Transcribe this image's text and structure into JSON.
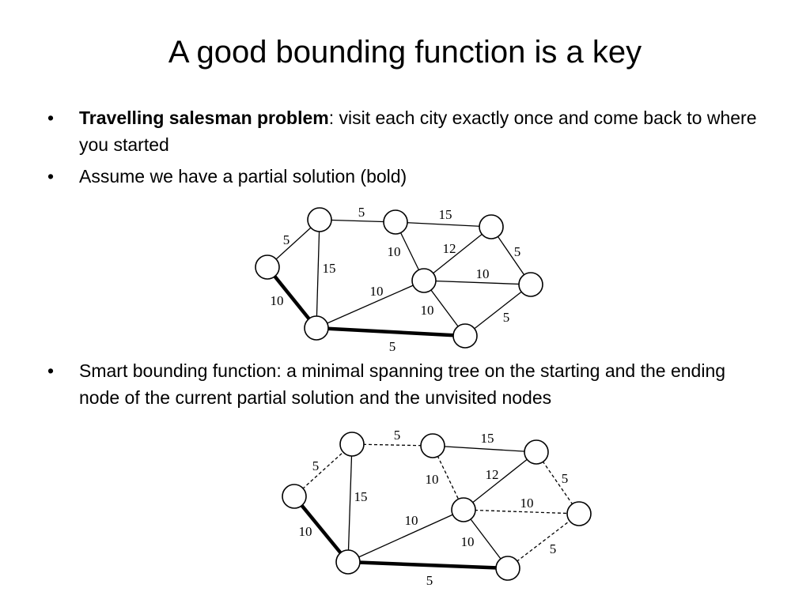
{
  "slide": {
    "title": "A good bounding function is a key",
    "bullets": [
      {
        "bold": "Travelling salesman problem",
        "text": ": visit each city exactly once and come back to where you started"
      },
      {
        "text": "Assume we have a partial solution (bold)"
      },
      {
        "text": "Smart bounding function: a minimal spanning tree on the starting and the ending node of the current partial solution and the unvisited nodes"
      }
    ],
    "bullet_glyph": "•"
  },
  "graph_top": {
    "edges": [
      {
        "from": "A",
        "to": "B",
        "weight": "5",
        "style": "solid"
      },
      {
        "from": "B",
        "to": "C",
        "weight": "5",
        "style": "solid"
      },
      {
        "from": "C",
        "to": "D",
        "weight": "15",
        "style": "solid"
      },
      {
        "from": "B",
        "to": "F",
        "weight": "15",
        "style": "solid"
      },
      {
        "from": "A",
        "to": "F",
        "weight": "10",
        "style": "bold"
      },
      {
        "from": "C",
        "to": "E",
        "weight": "10",
        "style": "solid"
      },
      {
        "from": "E",
        "to": "D",
        "weight": "12",
        "style": "solid"
      },
      {
        "from": "D",
        "to": "H",
        "weight": "5",
        "style": "solid"
      },
      {
        "from": "E",
        "to": "H",
        "weight": "10",
        "style": "solid"
      },
      {
        "from": "F",
        "to": "E",
        "weight": "10",
        "style": "solid"
      },
      {
        "from": "E",
        "to": "G",
        "weight": "10",
        "style": "solid"
      },
      {
        "from": "G",
        "to": "H",
        "weight": "5",
        "style": "solid"
      },
      {
        "from": "F",
        "to": "G",
        "weight": "5",
        "style": "bold"
      }
    ]
  },
  "graph_bottom": {
    "edges": [
      {
        "from": "A",
        "to": "B",
        "weight": "5",
        "style": "dashed"
      },
      {
        "from": "B",
        "to": "C",
        "weight": "5",
        "style": "dashed"
      },
      {
        "from": "C",
        "to": "D",
        "weight": "15",
        "style": "solid"
      },
      {
        "from": "B",
        "to": "F",
        "weight": "15",
        "style": "solid"
      },
      {
        "from": "A",
        "to": "F",
        "weight": "10",
        "style": "bold"
      },
      {
        "from": "C",
        "to": "E",
        "weight": "10",
        "style": "dashed"
      },
      {
        "from": "E",
        "to": "D",
        "weight": "12",
        "style": "solid"
      },
      {
        "from": "D",
        "to": "H",
        "weight": "5",
        "style": "dashed"
      },
      {
        "from": "E",
        "to": "H",
        "weight": "10",
        "style": "dashed"
      },
      {
        "from": "F",
        "to": "E",
        "weight": "10",
        "style": "solid"
      },
      {
        "from": "E",
        "to": "G",
        "weight": "10",
        "style": "solid"
      },
      {
        "from": "G",
        "to": "H",
        "weight": "5",
        "style": "dashed"
      },
      {
        "from": "F",
        "to": "G",
        "weight": "5",
        "style": "bold"
      }
    ]
  }
}
